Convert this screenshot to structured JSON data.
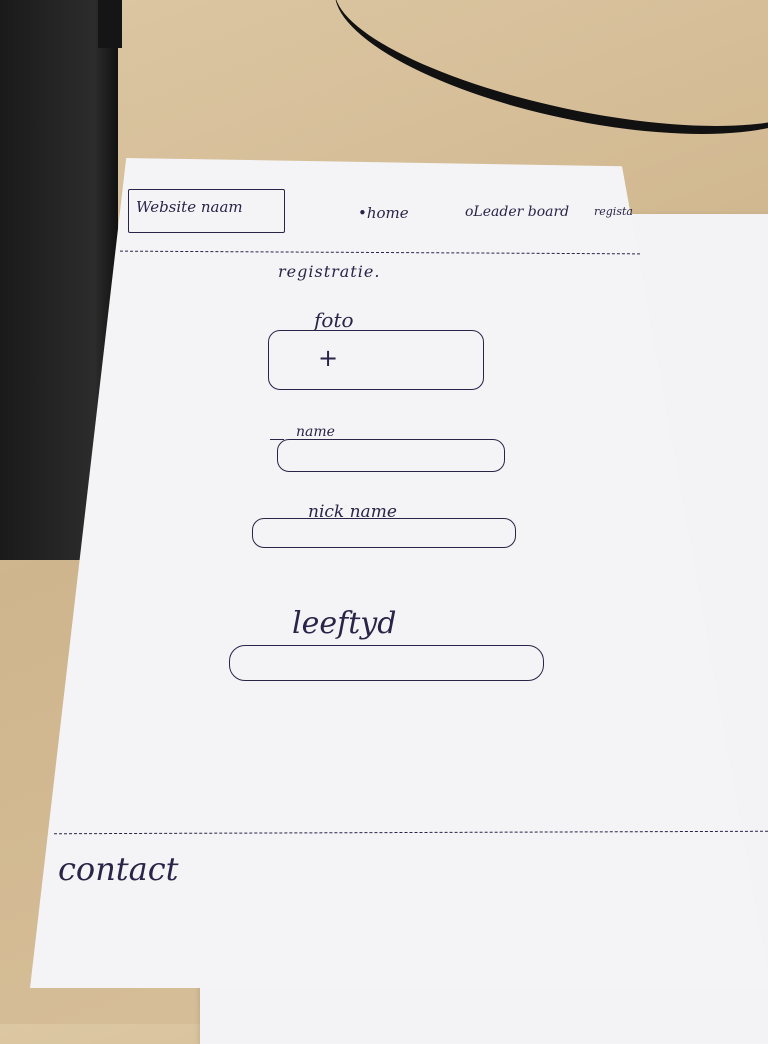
{
  "header": {
    "brand_label": "Website naam",
    "nav": {
      "home": "•home",
      "leaderboard": "oLeader board",
      "register": "regista"
    }
  },
  "main": {
    "title": "registratie.",
    "photo": {
      "label": "foto",
      "add_icon": "+"
    },
    "name": {
      "label": "name"
    },
    "nickname": {
      "label": "nick name"
    },
    "age": {
      "label": "leeftyd"
    }
  },
  "footer": {
    "contact": "contact"
  }
}
